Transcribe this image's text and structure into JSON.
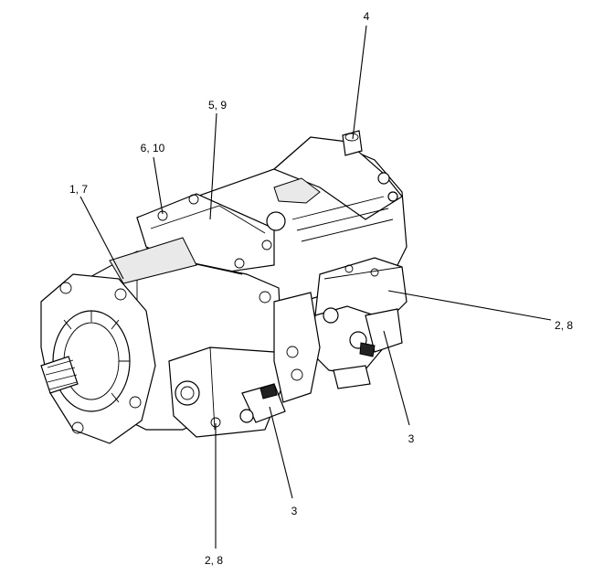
{
  "callouts": [
    {
      "id": "c1",
      "text": "4"
    },
    {
      "id": "c2",
      "text": "5, 9"
    },
    {
      "id": "c3",
      "text": "6, 10"
    },
    {
      "id": "c4",
      "text": "1, 7"
    },
    {
      "id": "c5",
      "text": "2, 8"
    },
    {
      "id": "c6",
      "text": "3"
    },
    {
      "id": "c7",
      "text": "3"
    },
    {
      "id": "c8",
      "text": "2, 8"
    }
  ]
}
